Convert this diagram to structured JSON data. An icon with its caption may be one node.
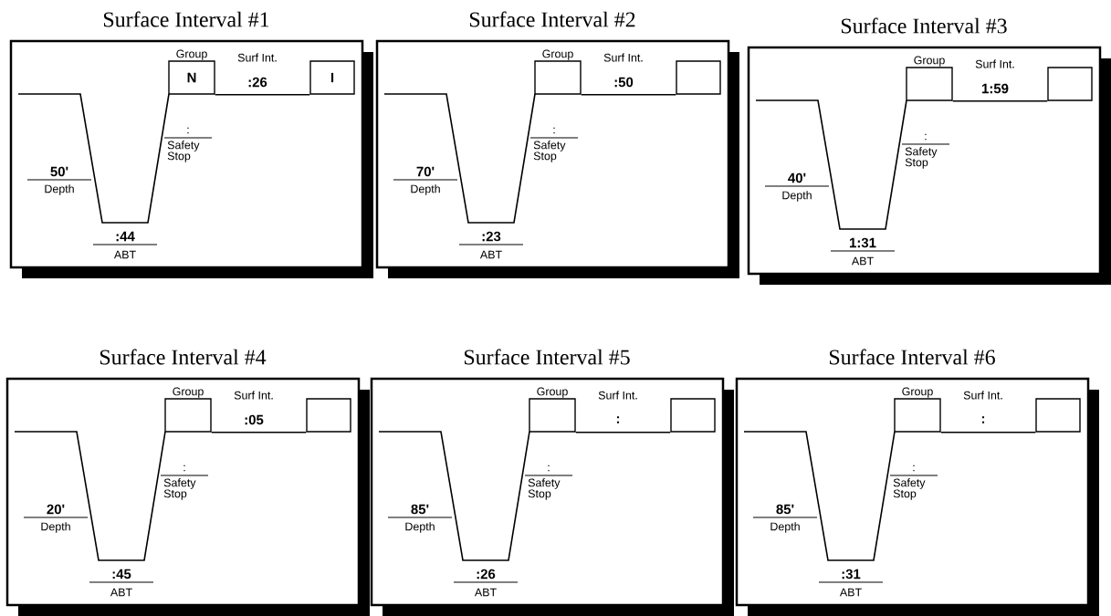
{
  "diagram": {
    "nodes": [
      {
        "text": [
          "Surface Interval #1",
          "Surf Int.",
          ":26",
          "50'",
          "Depth",
          ":44",
          "ABT",
          ":",
          "Safety Stop"
        ]
      },
      {
        "text": [
          "Group",
          "N"
        ],
        "in": 0
      },
      {
        "text": [
          "I"
        ],
        "in": 0
      },
      {
        "text": [
          "Surface Interval #2",
          "Surf Int.",
          ":50",
          "70'",
          "Depth",
          ":23",
          "ABT",
          ":",
          "Safety Stop"
        ]
      },
      {
        "text": [
          "Group"
        ],
        "in": 3
      },
      {
        "text": [],
        "shape": "box",
        "in": 3
      },
      {
        "text": [
          "Surface Interval #3",
          "Surf Int.",
          "1:59",
          "40'",
          "Depth",
          "1:31",
          "ABT",
          ":",
          "Safety Stop"
        ]
      },
      {
        "text": [
          "Group"
        ],
        "in": 6
      },
      {
        "text": [],
        "shape": "box",
        "in": 6
      },
      {
        "text": [
          "Surface Interval #4",
          "Surf Int.",
          ":05",
          "20'",
          "Depth",
          ":45",
          "ABT",
          ":",
          "Safety Stop"
        ]
      },
      {
        "text": [
          "Group"
        ],
        "in": 9
      },
      {
        "text": [],
        "shape": "box",
        "in": 9
      },
      {
        "text": [
          "Surface Interval #5",
          "Surf Int.",
          ":",
          "85'",
          "Depth",
          ":26",
          "ABT",
          ":",
          "Safety Stop"
        ]
      },
      {
        "text": [
          "Group"
        ],
        "in": 12
      },
      {
        "text": [],
        "shape": "box",
        "in": 12
      },
      {
        "text": [
          "Surface Interval #6",
          "Surf Int.",
          ":",
          "85'",
          "Depth",
          ":31",
          "ABT",
          ":",
          "Safety Stop"
        ]
      },
      {
        "text": [
          "Group"
        ],
        "in": 15
      },
      {
        "text": [],
        "shape": "box",
        "in": 15
      }
    ],
    "edges": [
      {
        "from": 1,
        "to": 2,
        "arrow": "none"
      },
      {
        "from": 4,
        "to": 5,
        "arrow": "none"
      },
      {
        "from": 7,
        "to": 8,
        "arrow": "none"
      },
      {
        "from": 10,
        "to": 11,
        "arrow": "none"
      },
      {
        "from": 13,
        "to": 14,
        "arrow": "none"
      },
      {
        "from": 16,
        "to": 17,
        "arrow": "none"
      }
    ]
  }
}
